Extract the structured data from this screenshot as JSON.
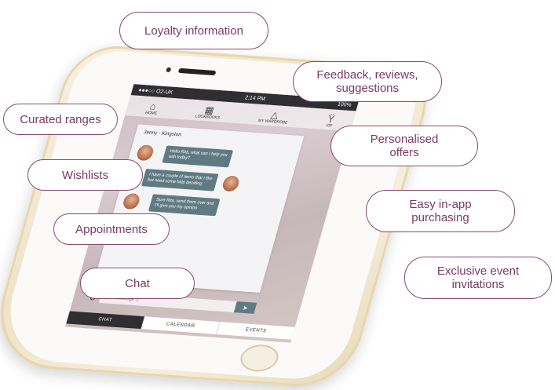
{
  "callouts": {
    "loyalty": "Loyalty information",
    "feedback_line1": "Feedback, reviews,",
    "feedback_line2": "suggestions",
    "curated": "Curated ranges",
    "wishlists": "Wishlists",
    "personalised_line1": "Personalised",
    "personalised_line2": "offers",
    "appointments": "Appointments",
    "purchasing_line1": "Easy in-app",
    "purchasing_line2": "purchasing",
    "chat": "Chat",
    "exclusive_line1": "Exclusive event",
    "exclusive_line2": "invitations"
  },
  "status_bar": {
    "carrier": "●●●○○ O2-UK",
    "time": "2:14 PM",
    "battery": "100%"
  },
  "nav": [
    {
      "label": "HOME",
      "icon": "home-icon"
    },
    {
      "label": "LOOKBOOKS",
      "icon": "lookbook-icon"
    },
    {
      "label": "MY WARDROBE",
      "icon": "hanger-icon"
    },
    {
      "label": "VIP",
      "icon": "glass-icon"
    }
  ],
  "chat": {
    "title": "Jenny - Kingston",
    "messages": [
      {
        "text_line1": "Hello Rita, what can I help you",
        "text_line2": "with today?"
      },
      {
        "text_line1": "I have a couple of items that I like",
        "text_line2": "but need some help deciding"
      },
      {
        "text_line1": "Sure Rita, send them over and",
        "text_line2": "I'll give you my opinion"
      }
    ],
    "input_placeholder": "New Message :)"
  },
  "tabs": {
    "chat": "CHAT",
    "calendar": "CALENDAR",
    "events": "EVENTS"
  },
  "colors": {
    "callout_border": "#8a4a6f",
    "callout_text": "#7a3a63",
    "bubble": "#5f7a82",
    "dark_bar": "#2e2e33"
  }
}
